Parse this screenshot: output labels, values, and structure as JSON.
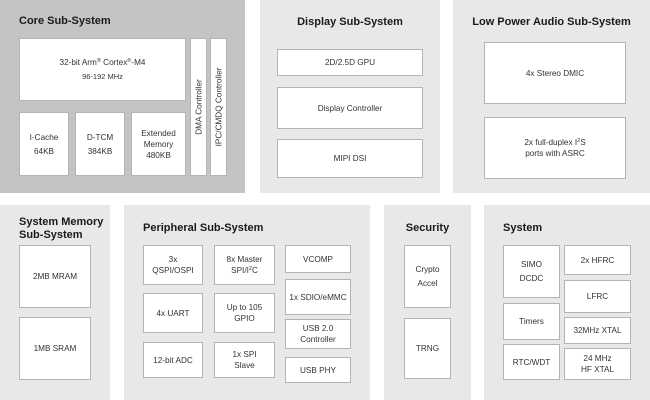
{
  "colors": {
    "core_panel": "#c4c4c4",
    "other_panels": "#e8e8e8",
    "block_fill": "#ffffff",
    "block_border": "#b4b4b4"
  },
  "core": {
    "title": "Core Sub-System",
    "cpu": {
      "pre": "32-bit Arm",
      "mid": " Cortex",
      "post": "-M4",
      "reg_mark": "®",
      "freq": "96-192 MHz"
    },
    "icache": {
      "name": "I-Cache",
      "size": "64KB"
    },
    "dtcm": {
      "name": "D-TCM",
      "size": "384KB"
    },
    "extmem": {
      "line1": "Extended",
      "line2": "Memory",
      "size": "480KB"
    },
    "dma": "DMA Controller",
    "ipc": "IPC/CMDQ Controller"
  },
  "display": {
    "title": "Display Sub-System",
    "gpu": "2D/2.5D GPU",
    "controller": "Display Controller",
    "mipi": "MIPI DSI"
  },
  "audio": {
    "title": "Low Power Audio Sub-System",
    "dmic": "4x Stereo DMIC",
    "i2s_pre": "2x full-duplex I",
    "i2s_sup": "2",
    "i2s_post": "S",
    "i2s_line2": "ports with ASRC"
  },
  "memory": {
    "title_line1": "System Memory",
    "title_line2": "Sub-System",
    "mram": "2MB MRAM",
    "sram": "1MB SRAM"
  },
  "peripheral": {
    "title": "Peripheral Sub-System",
    "qspi": {
      "line1": "3x",
      "line2": "QSPI/OSPI"
    },
    "spi_master": {
      "line1": "8x Master",
      "line2_pre": "SPI/I",
      "line2_sup": "2",
      "line2_post": "C"
    },
    "vcomp": "VCOMP",
    "sdio": "1x SDIO/eMMC",
    "uart": "4x UART",
    "gpio": {
      "line1": "Up to 105",
      "line2": "GPIO"
    },
    "usb": {
      "line1": "USB 2.0",
      "line2": "Controller"
    },
    "adc": "12-bit ADC",
    "spi_slave": {
      "line1": "1x SPI",
      "line2": "Slave"
    },
    "usbphy": "USB PHY"
  },
  "security": {
    "title": "Security",
    "crypto": {
      "line1": "Crypto",
      "line2": "Accel"
    },
    "trng": "TRNG"
  },
  "system": {
    "title": "System",
    "simo": {
      "line1": "SIMO",
      "line2": "DCDC"
    },
    "hfrc": "2x HFRC",
    "lfrc": "LFRC",
    "timers": "Timers",
    "xtal32": "32MHz XTAL",
    "rtc": "RTC/WDT",
    "hfxtal": {
      "line1": "24 MHz",
      "line2": "HF XTAL"
    }
  }
}
